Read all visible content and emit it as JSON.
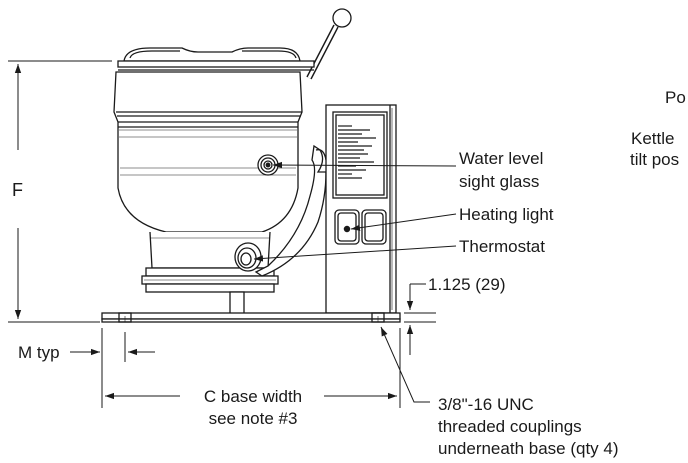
{
  "labels": {
    "water_level_1": "Water level",
    "water_level_2": "sight glass",
    "heating_light": "Heating light",
    "thermostat": "Thermostat",
    "dim_1125": "1.125 (29)",
    "dim_f": "F",
    "m_typ": "M typ",
    "c_base_1": "C base width",
    "c_base_2": "see note #3",
    "coupling_1": "3/8\"-16 UNC",
    "coupling_2": "threaded couplings",
    "coupling_3": "underneath base (qty 4)",
    "partial_po": "Po",
    "partial_kettle": "Kettle",
    "partial_tilt": "tilt pos"
  }
}
